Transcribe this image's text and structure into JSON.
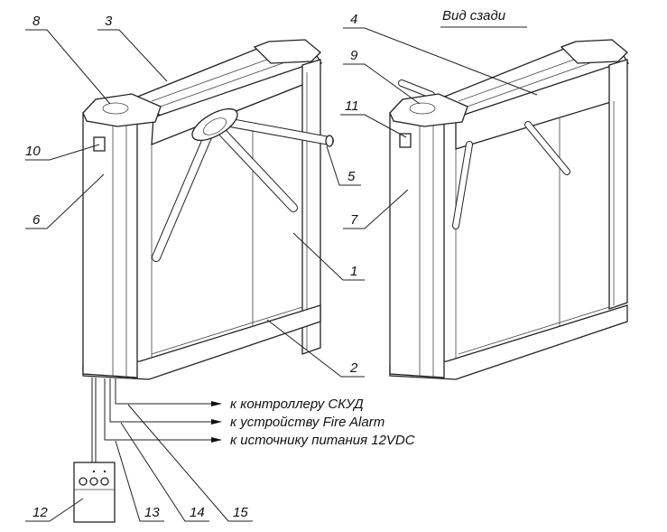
{
  "title": "Вид сзади",
  "callouts": {
    "c1": "1",
    "c2": "2",
    "c3": "3",
    "c4": "4",
    "c5": "5",
    "c6": "6",
    "c7": "7",
    "c8": "8",
    "c9": "9",
    "c10": "10",
    "c11": "11",
    "c12": "12",
    "c13": "13",
    "c14": "14",
    "c15": "15"
  },
  "connections": [
    "к контроллеру СКУД",
    "к устройству Fire Alarm",
    "к источнику питания 12VDC"
  ]
}
